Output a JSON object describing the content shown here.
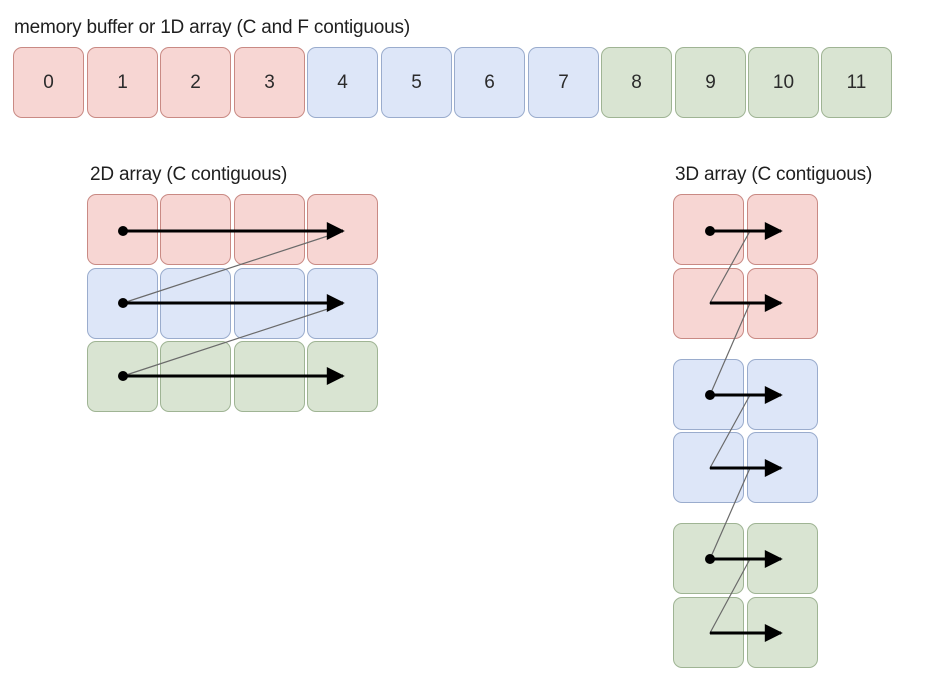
{
  "titles": {
    "buffer": "memory buffer or 1D array (C and F contiguous)",
    "array2d": "2D array (C contiguous)",
    "array3d": "3D array (C contiguous)"
  },
  "buffer_cells": [
    "0",
    "1",
    "2",
    "3",
    "4",
    "5",
    "6",
    "7",
    "8",
    "9",
    "10",
    "11"
  ],
  "colors": {
    "red_fill": "#f7d6d3",
    "blue_fill": "#dde6f8",
    "green_fill": "#d9e4d2",
    "arrow": "#000000"
  }
}
